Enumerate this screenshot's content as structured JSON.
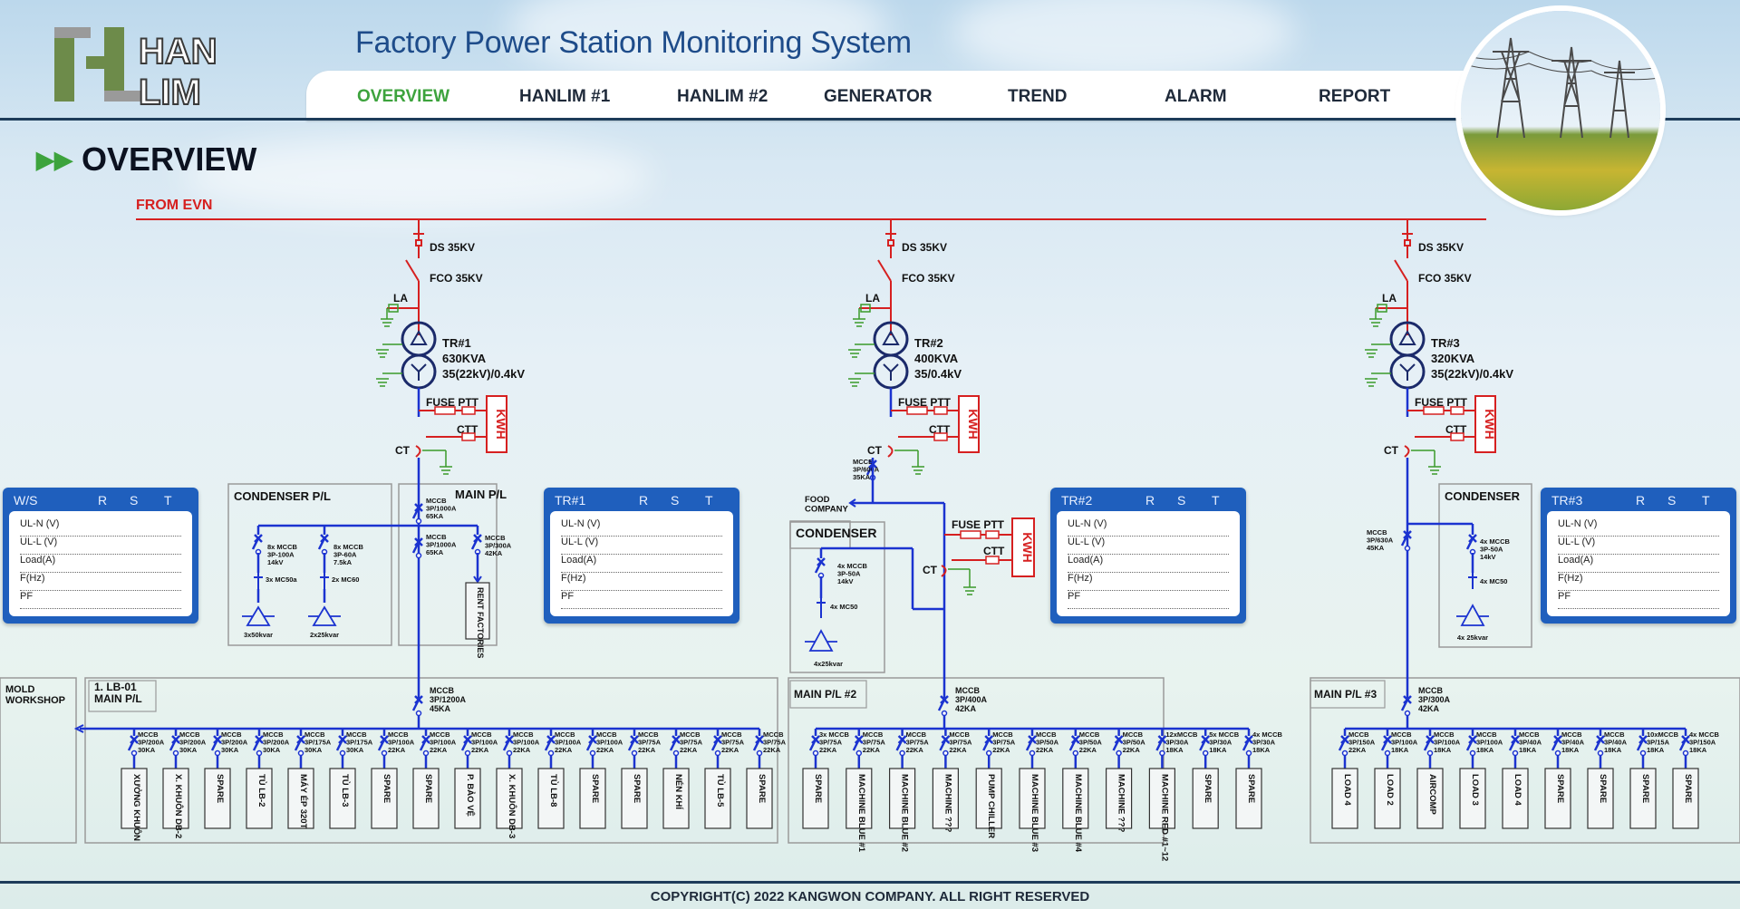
{
  "header": {
    "logo_top": "HAN",
    "logo_bottom": "LIM",
    "title": "Factory Power Station Monitoring System",
    "nav": [
      {
        "label": "OVERVIEW",
        "active": true
      },
      {
        "label": "HANLIM #1",
        "active": false
      },
      {
        "label": "HANLIM #2",
        "active": false
      },
      {
        "label": "GENERATOR",
        "active": false
      },
      {
        "label": "TREND",
        "active": false
      },
      {
        "label": "ALARM",
        "active": false
      },
      {
        "label": "REPORT",
        "active": false
      }
    ]
  },
  "page_title": "OVERVIEW",
  "colors": {
    "hv_line": "#d62020",
    "lv_bus": "#1b33d0",
    "earth": "#3a9a2a",
    "active_nav": "#3da33d",
    "meter_panel": "#1f5fbd"
  },
  "diagram": {
    "source": "FROM EVN",
    "feeders": [
      {
        "ds": "DS 35KV",
        "fco": "FCO 35KV",
        "la": "LA",
        "tr_name": "TR#1",
        "tr_rating": "630KVA",
        "tr_ratio": "35(22kV)/0.4kV",
        "fuse_ptt": "FUSE PTT",
        "ctt": "CTT",
        "ct": "CT",
        "kwh": "KWH"
      },
      {
        "ds": "DS 35KV",
        "fco": "FCO 35KV",
        "la": "LA",
        "tr_name": "TR#2",
        "tr_rating": "400KVA",
        "tr_ratio": "35/0.4kV",
        "fuse_ptt": "FUSE PTT",
        "ctt": "CTT",
        "ct": "CT",
        "kwh": "KWH"
      },
      {
        "ds": "DS 35KV",
        "fco": "FCO 35KV",
        "la": "LA",
        "tr_name": "TR#3",
        "tr_rating": "320KVA",
        "tr_ratio": "35(22kV)/0.4kV",
        "fuse_ptt": "FUSE PTT",
        "ctt": "CTT",
        "ct": "CT",
        "kwh": "KWH"
      }
    ],
    "meters": [
      {
        "title": "W/S",
        "cols": [
          "R",
          "S",
          "T"
        ],
        "rows": [
          "UL-N (V)",
          "UL-L (V)",
          "Load(A)",
          "F(Hz)",
          "PF"
        ]
      },
      {
        "title": "TR#1",
        "cols": [
          "R",
          "S",
          "T"
        ],
        "rows": [
          "UL-N (V)",
          "UL-L (V)",
          "Load(A)",
          "F(Hz)",
          "PF"
        ]
      },
      {
        "title": "TR#2",
        "cols": [
          "R",
          "S",
          "T"
        ],
        "rows": [
          "UL-N (V)",
          "UL-L (V)",
          "Load(A)",
          "F(Hz)",
          "PF"
        ]
      },
      {
        "title": "TR#3",
        "cols": [
          "R",
          "S",
          "T"
        ],
        "rows": [
          "UL-N (V)",
          "UL-L (V)",
          "Load(A)",
          "F(Hz)",
          "PF"
        ]
      }
    ],
    "tr1": {
      "condenser_title": "CONDENSER P/L",
      "cond_a_mccb": [
        "8x MCCB",
        "3P-100A",
        "14kV"
      ],
      "cond_a_mc": "3x MC50a",
      "cond_a_cap": "3x50kvar",
      "cond_b_mccb": [
        "8x MCCB",
        "3P-60A",
        "7.5kA"
      ],
      "cond_b_mc": "2x MC60",
      "cond_b_cap": "2x25kvar",
      "main_pl_title": "MAIN P/L",
      "mccb_top": [
        "MCCB",
        "3P/1000A",
        "65KA"
      ],
      "mccb_mid": [
        "MCCB",
        "3P/1000A",
        "65KA"
      ],
      "mccb_rent": [
        "MCCB",
        "3P/300A",
        "42KA"
      ],
      "rent": "RENT FACTORIES",
      "mold": [
        "MOLD",
        "WORKSHOP"
      ],
      "lb_title": [
        "1. LB-01",
        "MAIN P/L"
      ],
      "lb_mccb": [
        "MCCB",
        "3P/1200A",
        "45KA"
      ],
      "branches": [
        {
          "r": [
            "MCCB",
            "3P/200A",
            "30KA"
          ],
          "load": "XƯỞNG KHUÔN"
        },
        {
          "r": [
            "MCCB",
            "3P/200A",
            "30KA"
          ],
          "load": "X. KHUÔN DB-2"
        },
        {
          "r": [
            "MCCB",
            "3P/200A",
            "30KA"
          ],
          "load": "SPARE"
        },
        {
          "r": [
            "MCCB",
            "3P/200A",
            "30KA"
          ],
          "load": "TỦ LB-2"
        },
        {
          "r": [
            "MCCB",
            "3P/175A",
            "30KA"
          ],
          "load": "MÁY ÉP 320T"
        },
        {
          "r": [
            "MCCB",
            "3P/175A",
            "30KA"
          ],
          "load": "TỦ LB-3"
        },
        {
          "r": [
            "MCCB",
            "3P/100A",
            "22KA"
          ],
          "load": "SPARE"
        },
        {
          "r": [
            "MCCB",
            "3P/100A",
            "22KA"
          ],
          "load": "SPARE"
        },
        {
          "r": [
            "MCCB",
            "3P/100A",
            "22KA"
          ],
          "load": "P. BẢO VỆ"
        },
        {
          "r": [
            "MCCB",
            "3P/100A",
            "22KA"
          ],
          "load": "X. KHUÔN DB-3"
        },
        {
          "r": [
            "MCCB",
            "3P/100A",
            "22KA"
          ],
          "load": "TỦ LB-8"
        },
        {
          "r": [
            "MCCB",
            "3P/100A",
            "22KA"
          ],
          "load": "SPARE"
        },
        {
          "r": [
            "MCCB",
            "3P/75A",
            "22KA"
          ],
          "load": "SPARE"
        },
        {
          "r": [
            "MCCB",
            "3P/75A",
            "22KA"
          ],
          "load": "NÉN KHÍ"
        },
        {
          "r": [
            "MCCB",
            "3P/75A",
            "22KA"
          ],
          "load": "TỦ LB-5"
        },
        {
          "r": [
            "MCCB",
            "3P/75A",
            "22KA"
          ],
          "load": "SPARE"
        }
      ]
    },
    "tr2": {
      "mccb_top": [
        "MCCB",
        "3P/600A",
        "35KA"
      ],
      "food": [
        "FOOD",
        "COMPANY"
      ],
      "fuse_ptt": "FUSE PTT",
      "ctt": "CTT",
      "ct": "CT",
      "kwh": "KWH",
      "condenser_title": "CONDENSER",
      "cond_mccb": [
        "4x MCCB",
        "3P-50A",
        "14kV"
      ],
      "cond_mc": "4x MC50",
      "cond_cap": "4x25kvar",
      "main_title": "MAIN P/L #2",
      "main_mccb": [
        "MCCB",
        "3P/400A",
        "42KA"
      ],
      "branches": [
        {
          "r": [
            "3x MCCB",
            "3P/75A",
            "22KA"
          ],
          "load": "SPARE"
        },
        {
          "r": [
            "MCCB",
            "3P/75A",
            "22KA"
          ],
          "load": "MACHINE BLUE #1"
        },
        {
          "r": [
            "MCCB",
            "3P/75A",
            "22KA"
          ],
          "load": "MACHINE BLUE #2"
        },
        {
          "r": [
            "MCCB",
            "3P/75A",
            "22KA"
          ],
          "load": "MACHINE ???"
        },
        {
          "r": [
            "MCCB",
            "3P/75A",
            "22KA"
          ],
          "load": "PUMP CHILLER"
        },
        {
          "r": [
            "MCCB",
            "3P/50A",
            "22KA"
          ],
          "load": "MACHINE BLUE #3"
        },
        {
          "r": [
            "MCCB",
            "3P/50A",
            "22KA"
          ],
          "load": "MACHINE BLUE #4"
        },
        {
          "r": [
            "MCCB",
            "3P/50A",
            "22KA"
          ],
          "load": "MACHINE ???"
        },
        {
          "r": [
            "12xMCCB",
            "3P/30A",
            "18KA"
          ],
          "load": "MACHINE RED #1~12"
        },
        {
          "r": [
            "5x MCCB",
            "3P/30A",
            "18KA"
          ],
          "load": "SPARE"
        },
        {
          "r": [
            "4x MCCB",
            "3P/30A",
            "18KA"
          ],
          "load": "SPARE"
        }
      ]
    },
    "tr3": {
      "mccb_side": [
        "MCCB",
        "3P/630A",
        "45KA"
      ],
      "condenser_title": "CONDENSER",
      "cond_mccb": [
        "4x MCCB",
        "3P-50A",
        "14kV"
      ],
      "cond_mc": "4x MC50",
      "cond_cap": "4x 25kvar",
      "main_title": "MAIN P/L #3",
      "main_mccb": [
        "MCCB",
        "3P/300A",
        "42KA"
      ],
      "branches": [
        {
          "r": [
            "MCCB",
            "3P/150A",
            "22KA"
          ],
          "load": "LOAD 4"
        },
        {
          "r": [
            "MCCB",
            "3P/100A",
            "18KA"
          ],
          "load": "LOAD 2"
        },
        {
          "r": [
            "MCCB",
            "3P/100A",
            "18KA"
          ],
          "load": "AIRCOMP"
        },
        {
          "r": [
            "MCCB",
            "3P/100A",
            "18KA"
          ],
          "load": "LOAD 3"
        },
        {
          "r": [
            "MCCB",
            "3P/40A",
            "18KA"
          ],
          "load": "LOAD 4"
        },
        {
          "r": [
            "MCCB",
            "3P/40A",
            "18KA"
          ],
          "load": "SPARE"
        },
        {
          "r": [
            "MCCB",
            "3P/40A",
            "18KA"
          ],
          "load": "SPARE"
        },
        {
          "r": [
            "10xMCCB",
            "3P/15A",
            "18KA"
          ],
          "load": "SPARE"
        },
        {
          "r": [
            "4x MCCB",
            "3P/150A",
            "18KA"
          ],
          "load": "SPARE"
        }
      ]
    }
  },
  "footer": "COPYRIGHT(C) 2022 KANGWON COMPANY. ALL RIGHT RESERVED"
}
